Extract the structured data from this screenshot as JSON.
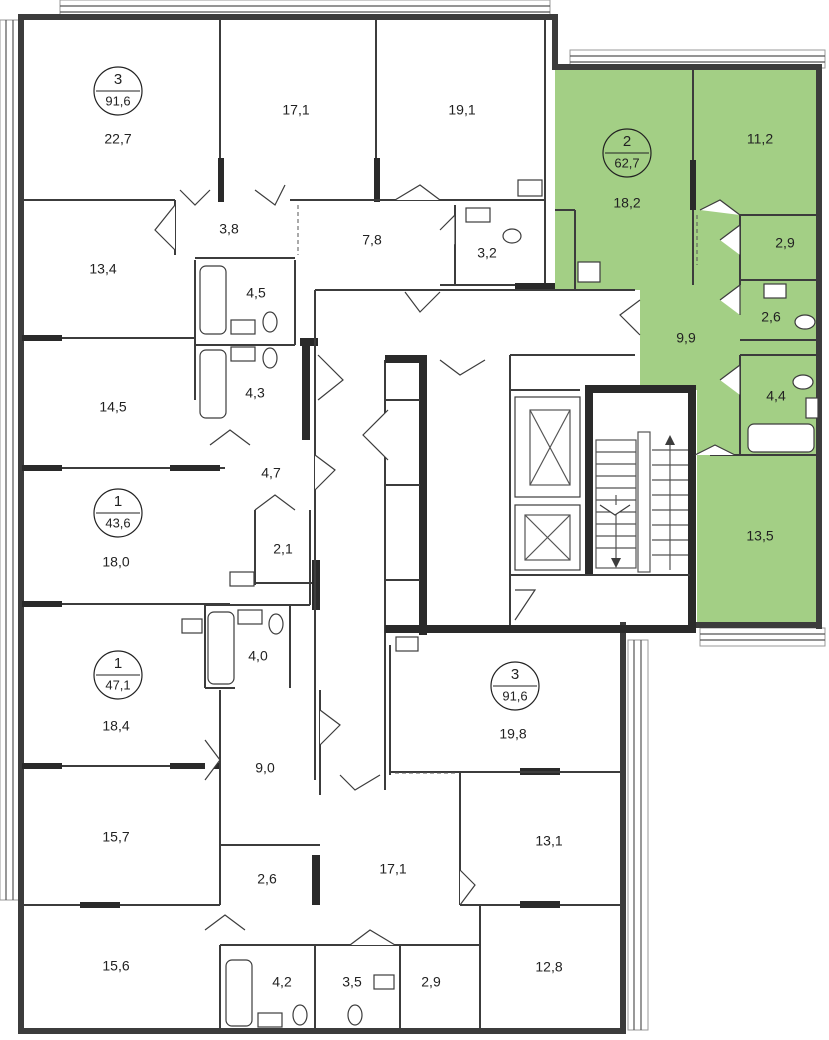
{
  "colors": {
    "highlight": "#a3cf85",
    "wall": "#3c3c3c",
    "background": "#ffffff"
  },
  "apartments": [
    {
      "id": "apt-3-top",
      "rooms_count": "3",
      "total_area": "91,6"
    },
    {
      "id": "apt-2",
      "rooms_count": "2",
      "total_area": "62,7",
      "highlighted": true
    },
    {
      "id": "apt-1-upper",
      "rooms_count": "1",
      "total_area": "43,6"
    },
    {
      "id": "apt-1-lower",
      "rooms_count": "1",
      "total_area": "47,1"
    },
    {
      "id": "apt-3-bottom",
      "rooms_count": "3",
      "total_area": "91,6"
    }
  ],
  "rooms": [
    "22,7",
    "17,1",
    "19,1",
    "11,2",
    "18,2",
    "3,8",
    "7,8",
    "3,2",
    "2,9",
    "13,4",
    "4,5",
    "2,6",
    "9,9",
    "14,5",
    "4,3",
    "4,4",
    "4,7",
    "18,0",
    "2,1",
    "13,5",
    "4,0",
    "18,4",
    "19,8",
    "9,0",
    "15,7",
    "13,1",
    "17,1",
    "2,6",
    "15,6",
    "12,8",
    "4,2",
    "3,5",
    "2,9"
  ]
}
